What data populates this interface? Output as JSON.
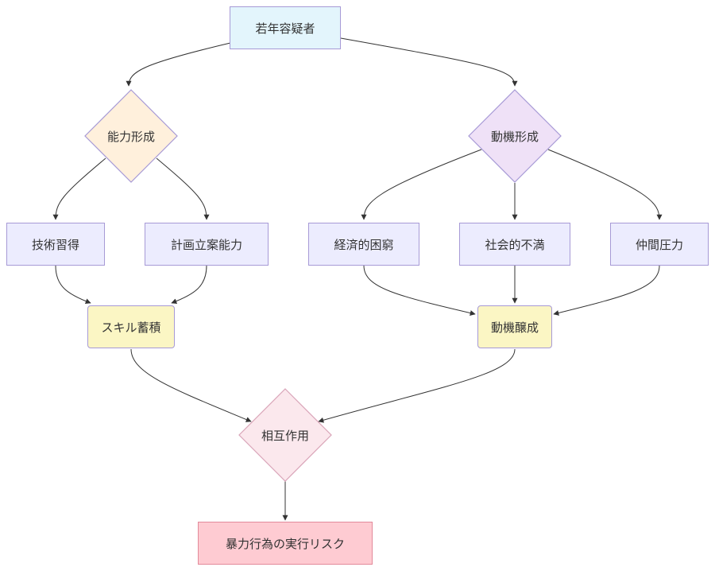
{
  "colors": {
    "edge": "#333333",
    "rect_fill": "#ececfe",
    "rect_border": "#a79ad6",
    "start_fill": "#e3f5fc",
    "skill_fill": "#fbf6c4",
    "ability_fill": "#fff0dc",
    "motive_fill": "#efe1f7",
    "interaction_fill": "#fbe8ed",
    "risk_fill": "#fecbd2"
  },
  "nodes": {
    "start": "若年容疑者",
    "ability": "能力形成",
    "motive": "動機形成",
    "skill_learning": "技術習得",
    "planning": "計画立案能力",
    "poverty": "経済的困窮",
    "dissatisfaction": "社会的不満",
    "peer_pressure": "仲間圧力",
    "skill_accumulation": "スキル蓄積",
    "motive_growth": "動機醸成",
    "interaction": "相互作用",
    "risk": "暴力行為の実行リスク"
  }
}
